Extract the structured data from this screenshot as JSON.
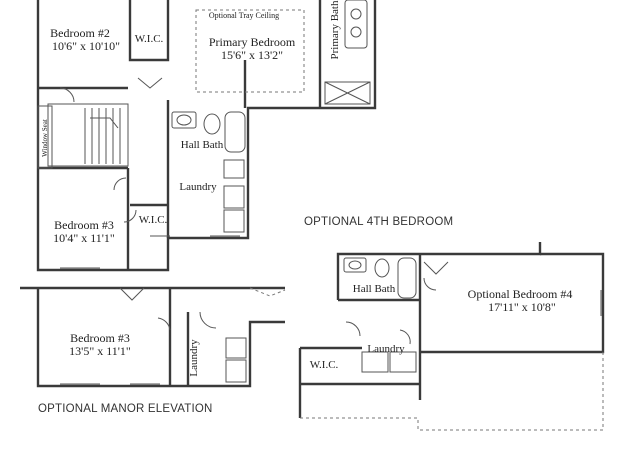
{
  "rooms": {
    "bedroom2": {
      "name": "Bedroom #2",
      "dims": "10'6\" x 10'10\""
    },
    "wic_top": {
      "name": "W.I.C."
    },
    "tray_ceiling": {
      "note": "Optional Tray Ceiling"
    },
    "primary_bedroom": {
      "name": "Primary Bedroom",
      "dims": "15'6\" x 13'2\""
    },
    "primary_bath": {
      "name": "Primary Bath"
    },
    "window_seat": {
      "name": "Window Seat"
    },
    "hall_bath": {
      "name": "Hall Bath"
    },
    "laundry": {
      "name": "Laundry"
    },
    "wic_mid": {
      "name": "W.I.C."
    },
    "bedroom3": {
      "name": "Bedroom #3",
      "dims": "10'4\" x 11'1\""
    },
    "manor_bedroom3": {
      "name": "Bedroom #3",
      "dims": "13'5\" x 11'1\""
    },
    "manor_laundry": {
      "name": "Laundry"
    },
    "opt_hall_bath": {
      "name": "Hall Bath"
    },
    "opt_bedroom4": {
      "name": "Optional Bedroom #4",
      "dims": "17'11\" x 10'8\""
    },
    "opt_wic": {
      "name": "W.I.C."
    },
    "opt_laundry": {
      "name": "Laundry"
    }
  },
  "captions": {
    "optional_4th_bedroom": "OPTIONAL 4TH BEDROOM",
    "optional_manor_elevation": "OPTIONAL MANOR ELEVATION"
  }
}
